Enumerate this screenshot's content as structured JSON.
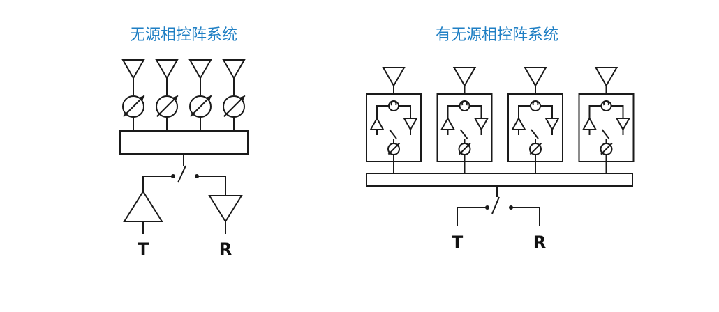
{
  "panels": {
    "passive": {
      "title": "无源相控阵系统",
      "transmit_label": "T",
      "receive_label": "R",
      "element_count": 4
    },
    "active": {
      "title": "有无源相控阵系统",
      "transmit_label": "T",
      "receive_label": "R",
      "element_count": 4
    }
  },
  "icons": [
    "antenna-icon",
    "phase-shifter-icon",
    "amplifier-icon",
    "circulator-icon",
    "switch-icon"
  ],
  "colors": {
    "title": "#1f7fc4",
    "line": "#1a1a1a",
    "background": "#ffffff"
  }
}
